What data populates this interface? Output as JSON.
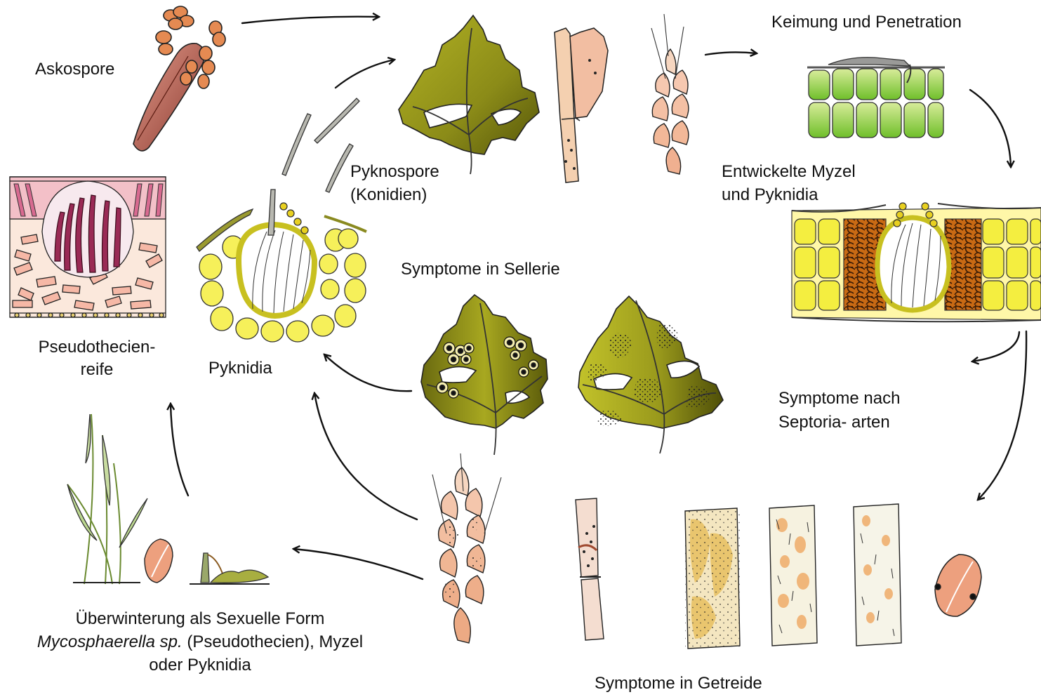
{
  "labels": {
    "askospore": "Askospore",
    "pseudothecien_l1": "Pseudothecien-",
    "pseudothecien_l2": "reife",
    "pyknidia": "Pyknidia",
    "pyknospore_l1": "Pyknospore",
    "pyknospore_l2": "(Konidien)",
    "keimung": "Keimung und Penetration",
    "entwickelte_l1": "Entwickelte Myzel",
    "entwickelte_l2": "und Pyknidia",
    "symptome_sellerie": "Symptome in Sellerie",
    "symptome_nach_l1": "Symptome nach",
    "symptome_nach_l2": "Septoria- arten",
    "symptome_getreide": "Symptome in Getreide",
    "ueberwinterung_l1": "Überwinterung als Sexuelle Form",
    "ueberwinterung_l2_italic": "Mycosphaerella sp.",
    "ueberwinterung_l2_rest": " (Pseudothecien), Myzel",
    "ueberwinterung_l3": "oder Pyknidia"
  },
  "colors": {
    "leaf_olive": "#9a9a1c",
    "leaf_dark": "#5c5c0c",
    "cell_yellow": "#f3ef3a",
    "cell_green": "#9bcf52",
    "peach": "#f2c4a8",
    "ascus_pink": "#c8527a",
    "spore_orange": "#e07a48",
    "hypha_brown": "#8a4a14",
    "stroke": "#111111"
  }
}
